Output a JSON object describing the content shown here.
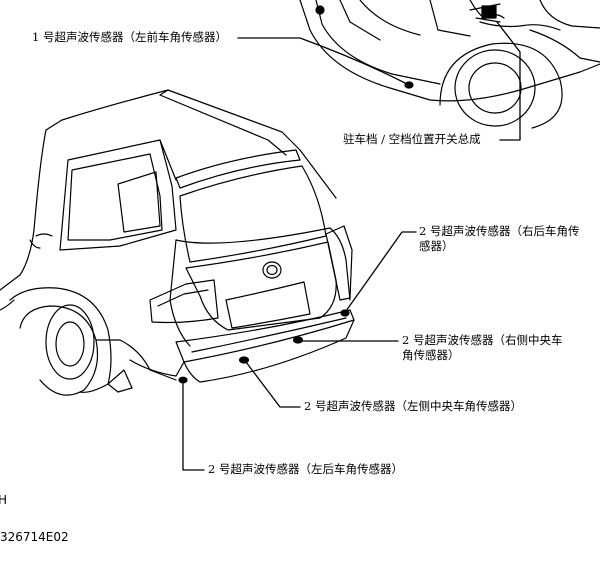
{
  "labels": {
    "sensor1_front_left": "1 号超声波传感器（左前车角传感器）",
    "park_neutral_switch": "驻车档 / 空档位置开关总成",
    "sensor2_rear_right_corner": "2 号超声波传感器（右后车角传感器）",
    "sensor2_right_center": "2 号超声波传感器（右侧中央车角传感器）",
    "sensor2_left_center": "2 号超声波传感器（左侧中央车角传感器）",
    "sensor2_rear_left_corner": "2 号超声波传感器（左后车角传感器）"
  },
  "figure": {
    "edge_mark": "H",
    "id": "326714E02"
  }
}
